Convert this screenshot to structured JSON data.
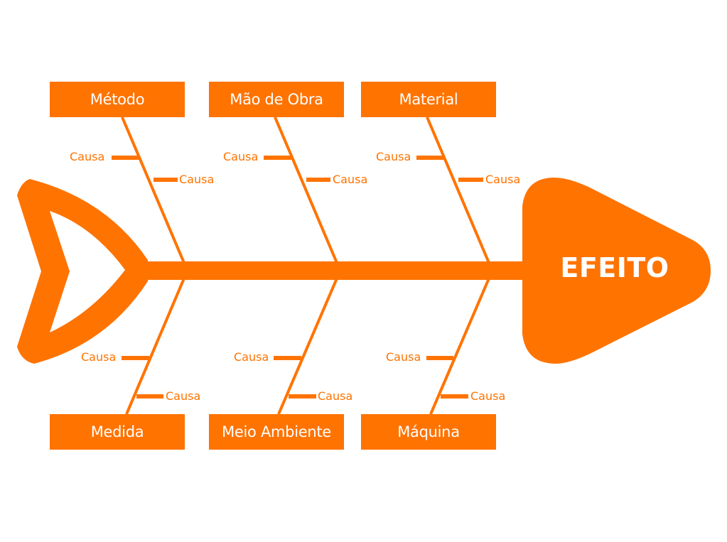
{
  "diagram": {
    "type": "fishbone",
    "accent_color": "#FF7300",
    "text_on_accent_color": "#FFFFFF",
    "effect": {
      "label": "EFEITO"
    },
    "categories": {
      "top": [
        {
          "label": "Método",
          "causes": [
            "Causa",
            "Causa"
          ]
        },
        {
          "label": "Mão de Obra",
          "causes": [
            "Causa",
            "Causa"
          ]
        },
        {
          "label": "Material",
          "causes": [
            "Causa",
            "Causa"
          ]
        }
      ],
      "bottom": [
        {
          "label": "Medida",
          "causes": [
            "Causa",
            "Causa"
          ]
        },
        {
          "label": "Meio Ambiente",
          "causes": [
            "Causa",
            "Causa"
          ]
        },
        {
          "label": "Máquina",
          "causes": [
            "Causa",
            "Causa"
          ]
        }
      ]
    }
  }
}
